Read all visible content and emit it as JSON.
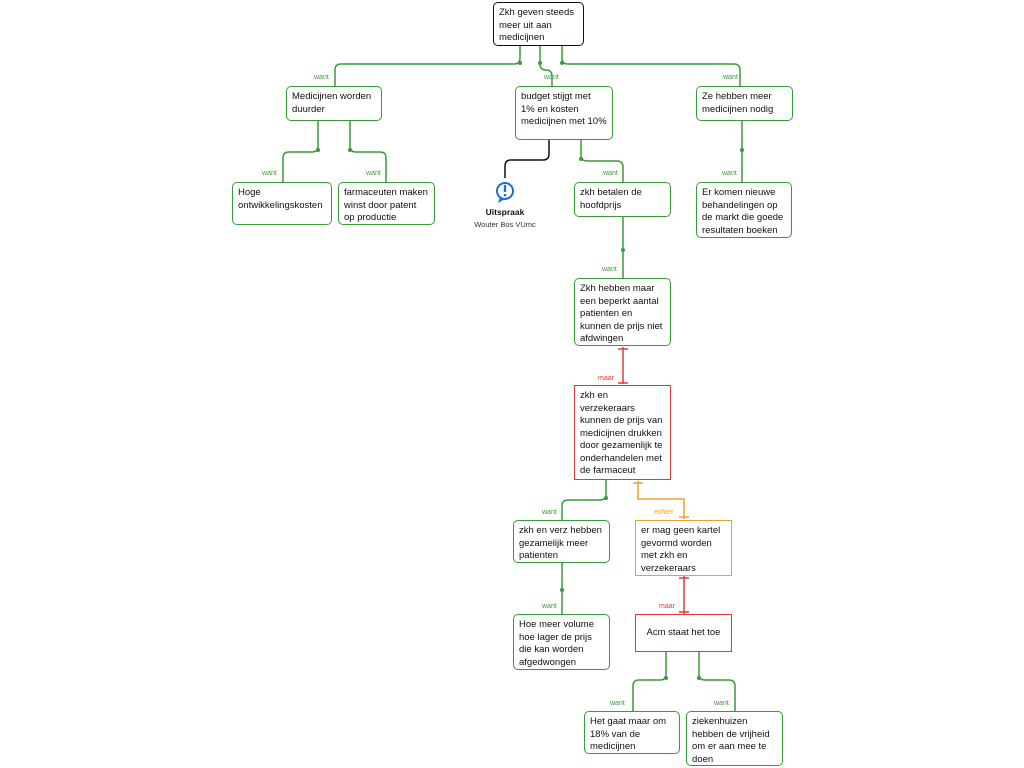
{
  "nodes": {
    "root": "Zkh geven steeds meer uit aan medicijnen",
    "duurder": "Medicijnen worden duurder",
    "budget": "budget stijgt met 1% en kosten medicijnen met 10%",
    "nodig": "Ze hebben meer medicijnen nodig",
    "ontwikkeling": "Hoge ontwikkelingskosten",
    "farmaceuten": "farmaceuten maken winst door patent op productie",
    "hoofdprijs": "zkh betalen de hoofdprijs",
    "behandelingen": "Er komen nieuwe behandelingen op de markt die goede resultaten boeken",
    "beperkt": "Zkh hebben maar een beperkt aantal patienten en kunnen de prijs niet afdwingen",
    "gezamenlijk": "zkh en verzekeraars kunnen de prijs van medicijnen drukken door gezamenlijk te onderhandelen met de farmaceut",
    "meer_patienten": "zkh en verz hebben gezamelijk meer patienten",
    "kartel": "er mag geen kartel gevormd worden met zkh en verzekeraars",
    "volume": "Hoe meer volume hoe lager de prijs die kan worden afgedwongen",
    "acm": "Acm staat het toe",
    "procent": "Het gaat maar om 18% van de medicijnen",
    "vrijheid": "ziekenhuizen hebben de vrijheid om er aan mee te doen"
  },
  "labels": {
    "want": "want",
    "maar": "maar",
    "echter": "echter"
  },
  "annotation": {
    "title": "Uitspraak",
    "subtitle": "Wouter Bos VUmc",
    "icon": "exclamation-speech-icon"
  },
  "colors": {
    "want": "#3a9a3a",
    "maar": "#e03a3a",
    "echter": "#f0a030",
    "root": "#111111",
    "annotation": "#1a6fd0"
  }
}
